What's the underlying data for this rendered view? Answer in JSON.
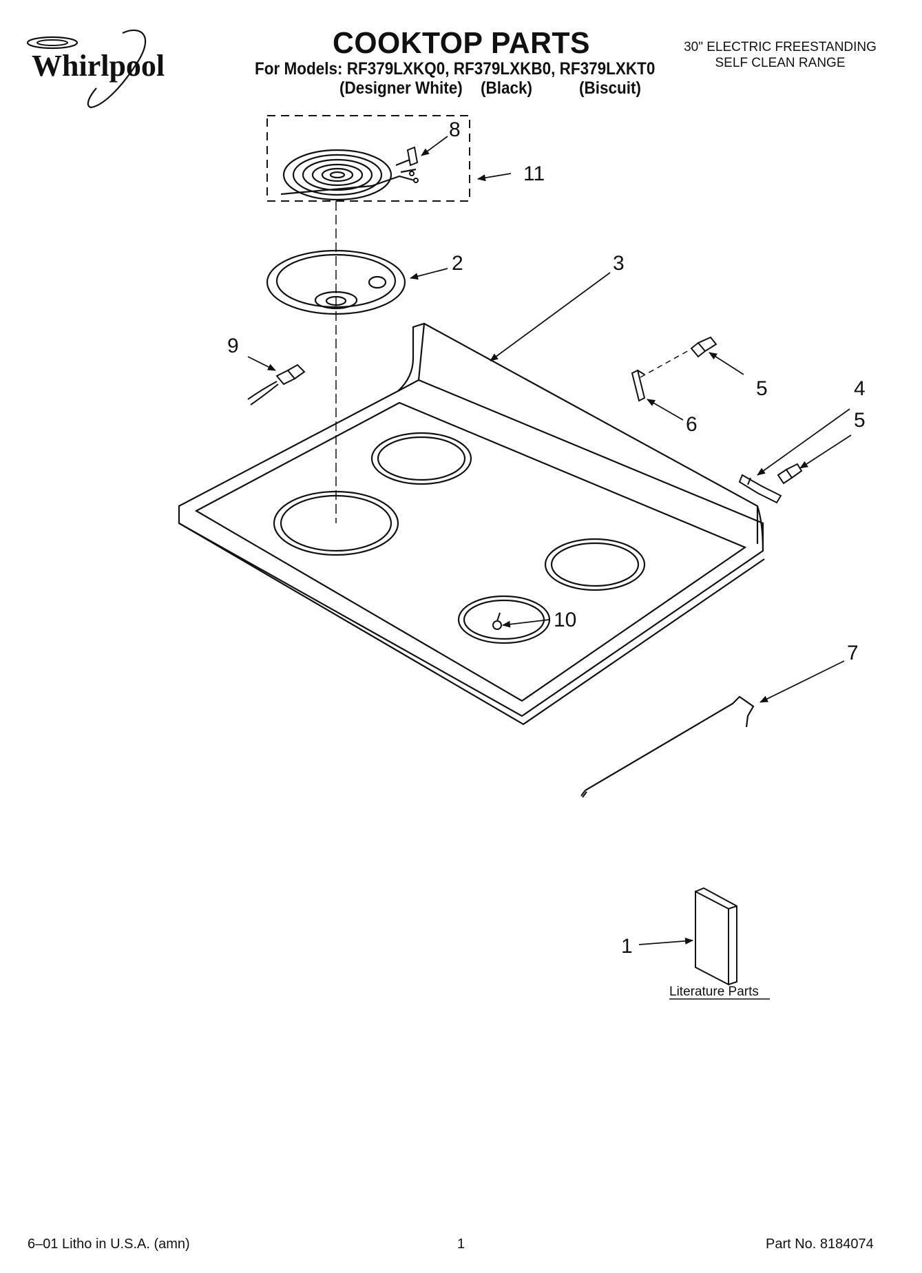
{
  "brand": "Whirlpool",
  "header": {
    "title": "COOKTOP PARTS",
    "models_line": "For Models: RF379LXKQ0, RF379LXKB0, RF379LXKT0",
    "colors": [
      "(Designer White)",
      "(Black)",
      "(Biscuit)"
    ],
    "subtitle_line1": "30\" ELECTRIC FREESTANDING",
    "subtitle_line2": "SELF CLEAN RANGE"
  },
  "callouts": {
    "n1": "1",
    "n2": "2",
    "n3": "3",
    "n4": "4",
    "n5a": "5",
    "n5b": "5",
    "n6": "6",
    "n7": "7",
    "n8": "8",
    "n9": "9",
    "n10": "10",
    "n11": "11"
  },
  "literature_label": "Literature Parts",
  "footer": {
    "left": "6–01 Litho in U.S.A. (amn)",
    "center": "1",
    "right": "Part No. 8184074"
  }
}
